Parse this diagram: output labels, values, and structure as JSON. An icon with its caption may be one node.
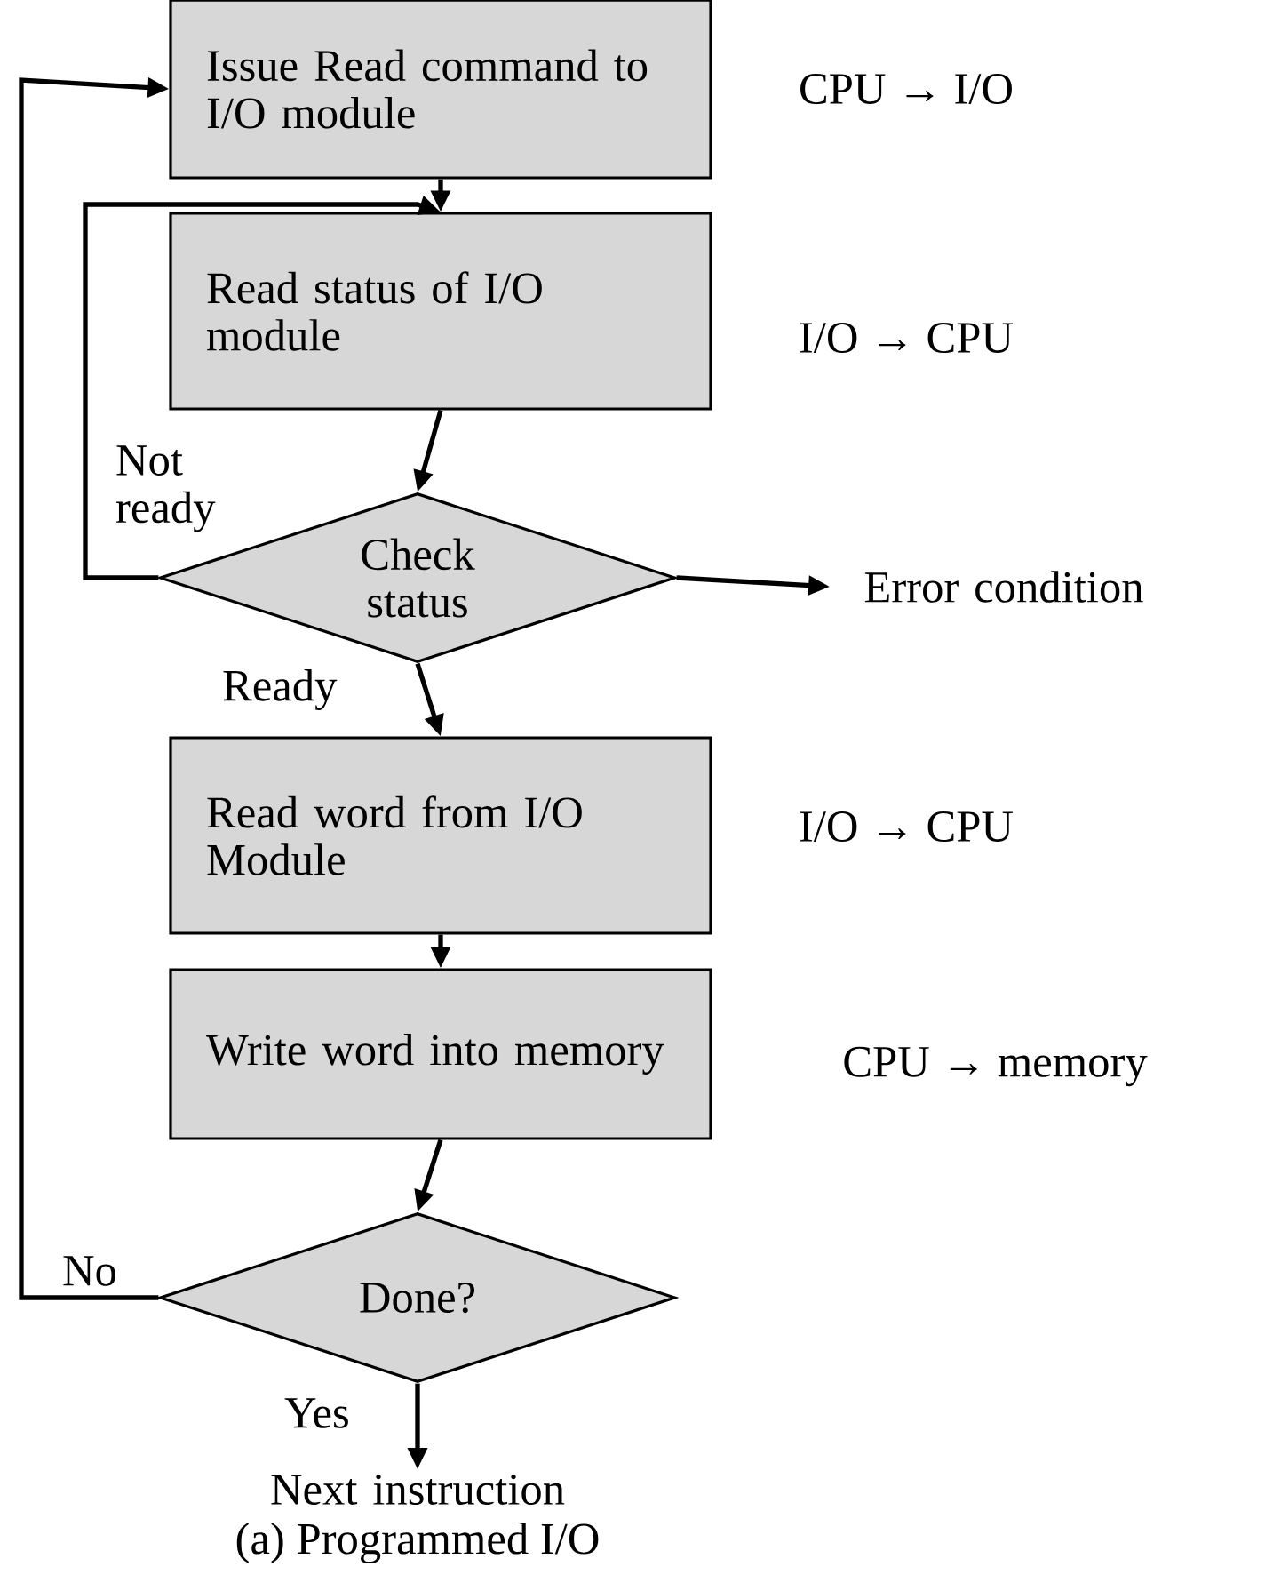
{
  "diagram": {
    "caption": "(a) Programmed I/O",
    "nodes": [
      {
        "text": [
          "Issue Read command to I/O module"
        ],
        "beside": [
          "CPU → I/O"
        ]
      },
      {
        "text": [
          "Read status of I/O module"
        ],
        "beside": [
          "I/O → CPU"
        ]
      },
      {
        "text": [
          "Check status"
        ]
      },
      {
        "text": [
          "Error condition"
        ]
      },
      {
        "text": [
          "Read word from I/O Module"
        ],
        "beside": [
          "I/O → CPU"
        ]
      },
      {
        "text": [
          "Write word into memory"
        ],
        "beside": [
          "CPU → memory"
        ]
      },
      {
        "text": [
          "Done?"
        ]
      },
      {
        "text": [
          "Next instruction"
        ]
      }
    ],
    "edges": [
      {
        "from": 0,
        "to": 1,
        "arrow": "to"
      },
      {
        "from": 1,
        "to": 2,
        "arrow": "to"
      },
      {
        "from": 2,
        "to": 1,
        "arrow": "to",
        "label": "Not ready"
      },
      {
        "from": 2,
        "to": 3,
        "arrow": "to"
      },
      {
        "from": 2,
        "to": 4,
        "arrow": "to",
        "label": "Ready"
      },
      {
        "from": 4,
        "to": 5,
        "arrow": "to"
      },
      {
        "from": 5,
        "to": 6,
        "arrow": "to"
      },
      {
        "from": 6,
        "to": 0,
        "arrow": "to",
        "label": "No"
      },
      {
        "from": 6,
        "to": 7,
        "arrow": "to",
        "label": "Yes"
      }
    ]
  }
}
